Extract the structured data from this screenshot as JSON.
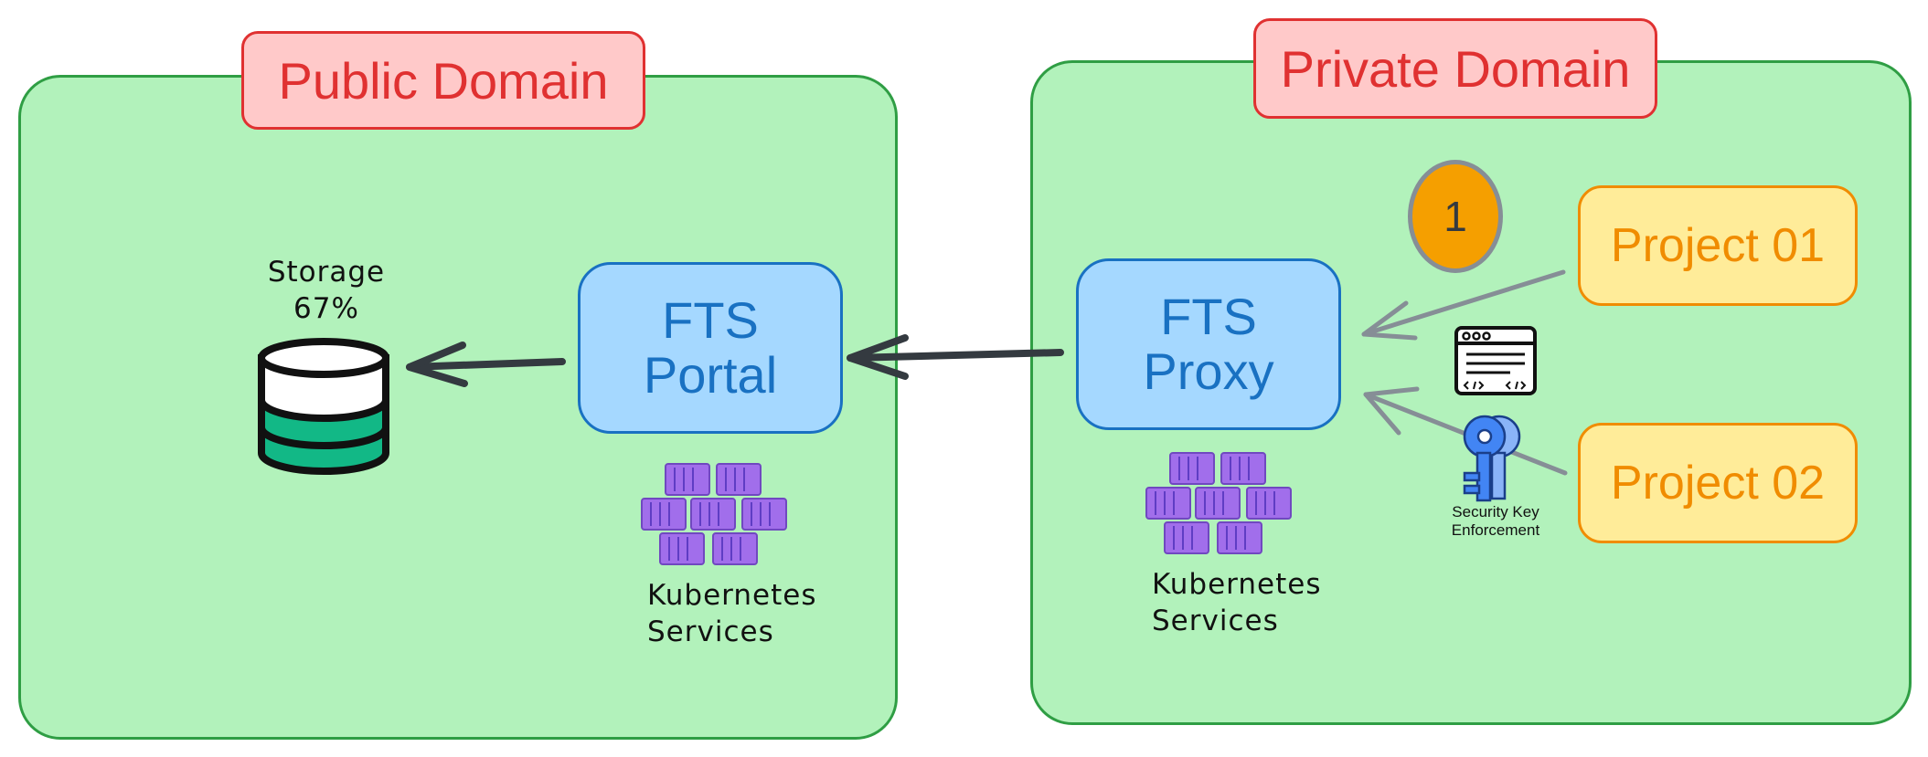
{
  "domains": {
    "public": {
      "label": "Public Domain"
    },
    "private": {
      "label": "Private Domain"
    }
  },
  "nodes": {
    "fts_portal": {
      "line1": "FTS",
      "line2": "Portal"
    },
    "fts_proxy": {
      "line1": "FTS",
      "line2": "Proxy"
    },
    "project_01": {
      "label": "Project 01"
    },
    "project_02": {
      "label": "Project 02"
    }
  },
  "storage": {
    "line1": "Storage",
    "line2": "67%"
  },
  "kubernetes": {
    "line1": "Kubernetes",
    "line2": "Services"
  },
  "security_key": {
    "line1": "Security Key",
    "line2": "Enforcement"
  },
  "step_badge": "1",
  "icons": [
    "database-icon",
    "kubernetes-containers-icon",
    "code-window-icon",
    "keys-icon"
  ],
  "colors": {
    "domain_fill": "#b2f2bb",
    "domain_stroke": "#2f9e44",
    "label_fill": "#ffc9c9",
    "label_text": "#e03131",
    "fts_fill": "#a5d8ff",
    "fts_text": "#1971c2",
    "project_fill": "#ffec99",
    "project_text": "#f08c00",
    "container_purple": "#a16eeb",
    "key_blue": "#4285f4",
    "storage_green": "#12b886",
    "badge_orange": "#f59f00",
    "arrow_dark": "#343a40",
    "arrow_gray": "#868e96"
  }
}
